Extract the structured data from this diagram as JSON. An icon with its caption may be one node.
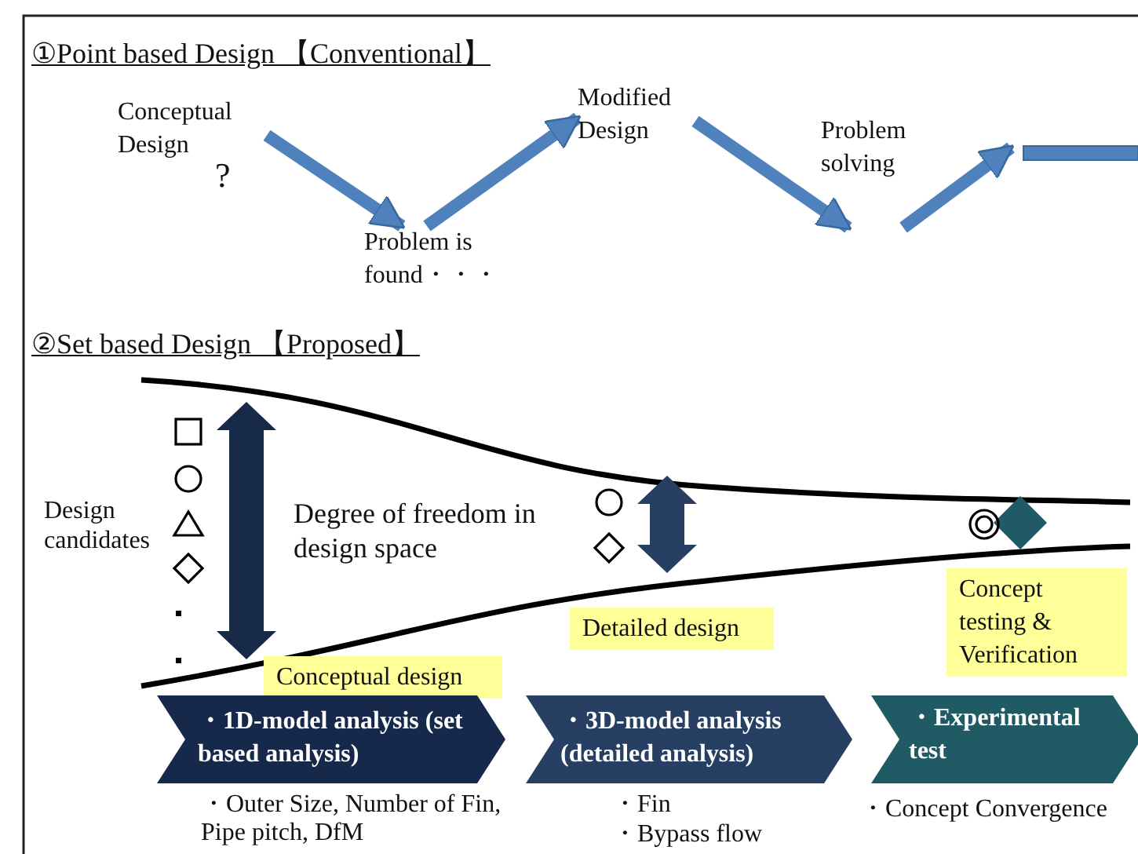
{
  "diagram": {
    "nodes": [
      {
        "text": [
          "Conceptual Design"
        ]
      },
      {
        "text": [
          "Problem is found・・・"
        ]
      },
      {
        "text": [
          "Modified Design"
        ]
      },
      {
        "text": [
          "Problem solving"
        ]
      },
      {
        "text": [
          "Conceptual design"
        ]
      },
      {
        "text": [
          "Detailed design"
        ]
      },
      {
        "text": [
          "Concept testing & Verification"
        ]
      },
      {
        "text": [
          "・1D-model analysis (set based analysis)"
        ],
        "beside": [
          "・Outer Size, Number of Fin, Pipe pitch, DfM"
        ]
      },
      {
        "text": [
          "・3D-model analysis (detailed analysis)"
        ],
        "beside": [
          "・Fin",
          "・Bypass flow"
        ]
      },
      {
        "text": [
          "・Experimental test"
        ],
        "beside": [
          "・Concept Convergence"
        ]
      }
    ],
    "edges": [
      {
        "from": 0,
        "to": 1,
        "arrow": "to"
      },
      {
        "from": 1,
        "to": 2,
        "arrow": "to"
      },
      {
        "from": 2,
        "to": 3,
        "arrow": "to"
      },
      {
        "from": 3,
        "to": null,
        "arrow": "to"
      }
    ],
    "labels": [
      "①Point based Design 【Conventional】",
      "?",
      "②Set based Design 【Proposed】",
      "Design candidates",
      "Degree of freedom in design space"
    ]
  }
}
